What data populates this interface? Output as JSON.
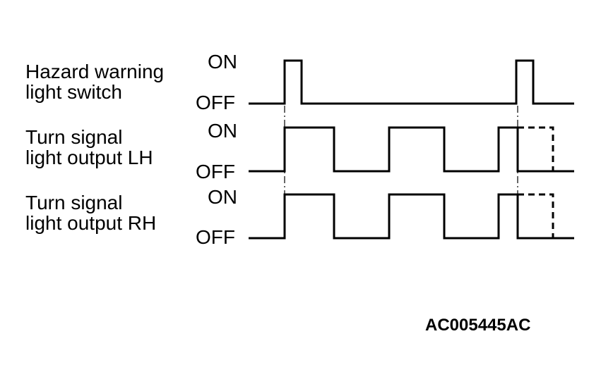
{
  "signals": [
    {
      "line1": "Hazard warning",
      "line2": "light switch",
      "on": "ON",
      "off": "OFF"
    },
    {
      "line1": "Turn signal",
      "line2": "light output LH",
      "on": "ON",
      "off": "OFF"
    },
    {
      "line1": "Turn signal",
      "line2": "light output RH",
      "on": "ON",
      "off": "OFF"
    }
  ],
  "figure_id": "AC005445AC",
  "colors": {
    "line": "#000000",
    "background": "#ffffff"
  }
}
